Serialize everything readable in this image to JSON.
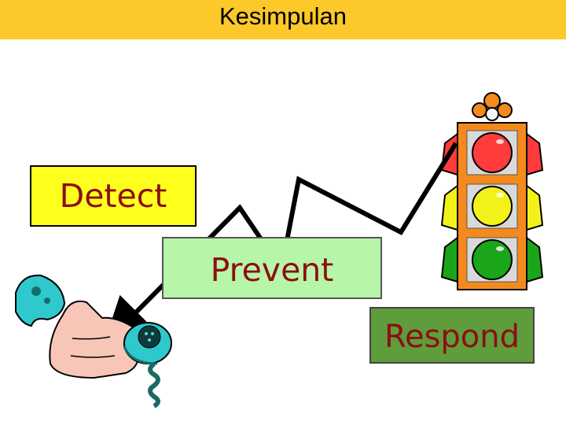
{
  "slide": {
    "title": "Kesimpulan",
    "steps": {
      "detect": "Detect",
      "prevent": "Prevent",
      "respond": "Respond"
    }
  },
  "colors": {
    "title_bar": "#fcc82a",
    "detect_box": "#ffff1e",
    "prevent_box": "#b7f5a9",
    "respond_box": "#5e9c3c",
    "label_text": "#8b0f12",
    "light_red": "#ff3b3b",
    "light_yellow": "#f2f21a",
    "light_green": "#1aa51a",
    "signal_housing": "#f48a1e",
    "phone": "#2fc8cc",
    "hand": "#f7c6b6"
  },
  "icons": [
    "traffic-light-icon",
    "telephone-hand-icon",
    "arrow-path"
  ]
}
